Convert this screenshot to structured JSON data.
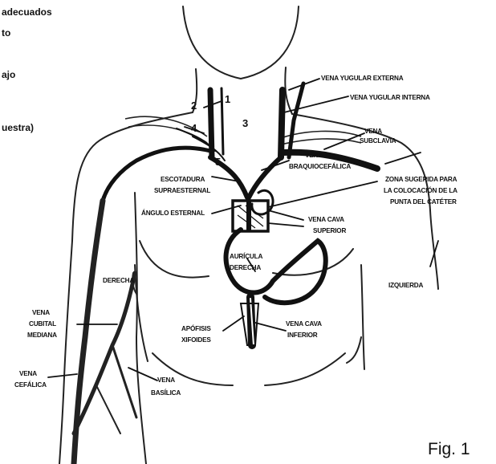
{
  "page_fragments": {
    "line1": "adecuados",
    "line2": "to",
    "line3": "ajo",
    "line4": "uestra)"
  },
  "figure_caption": "Fig. 1",
  "numbers": {
    "n1": "1",
    "n2": "2",
    "n3": "3",
    "n4": "4",
    "n5": "5"
  },
  "labels": {
    "vena_yugular_externa": "VENA YUGULAR EXTERNA",
    "vena_yugular_interna": "VENA YUGULAR INTERNA",
    "vena_subclavia_1": "VENA",
    "vena_subclavia_2": "SUBCLAVIA",
    "vena_braquiocefalica_1": "VENA",
    "vena_braquiocefalica_2": "BRAQUIOCEFÁLICA",
    "escotadura_1": "ESCOTADURA",
    "escotadura_2": "SUPRAESTERNAL",
    "angulo_esternal": "ÁNGULO ESTERNAL",
    "zona_1": "ZONA SUGERIDA PARA",
    "zona_2": "LA COLOCACIÓN DE LA",
    "zona_3": "PUNTA DEL CATÉTER",
    "vena_cava_superior_1": "VENA CAVA",
    "vena_cava_superior_2": "SUPERIOR",
    "auricula_1": "AURÍCULA",
    "auricula_2": "DERECHA",
    "derecha": "DERECHA",
    "izquierda": "IZQUIERDA",
    "vena_cubital_1": "VENA",
    "vena_cubital_2": "CUBITAL",
    "vena_cubital_3": "MEDIANA",
    "apofisis_1": "APÓFISIS",
    "apofisis_2": "XIFOIDES",
    "vena_cava_inferior_1": "VENA CAVA",
    "vena_cava_inferior_2": "INFERIOR",
    "vena_cefalica_1": "VENA",
    "vena_cefalica_2": "CEFÁLICA",
    "vena_basilica_1": "VENA",
    "vena_basilica_2": "BASÍLICA"
  }
}
